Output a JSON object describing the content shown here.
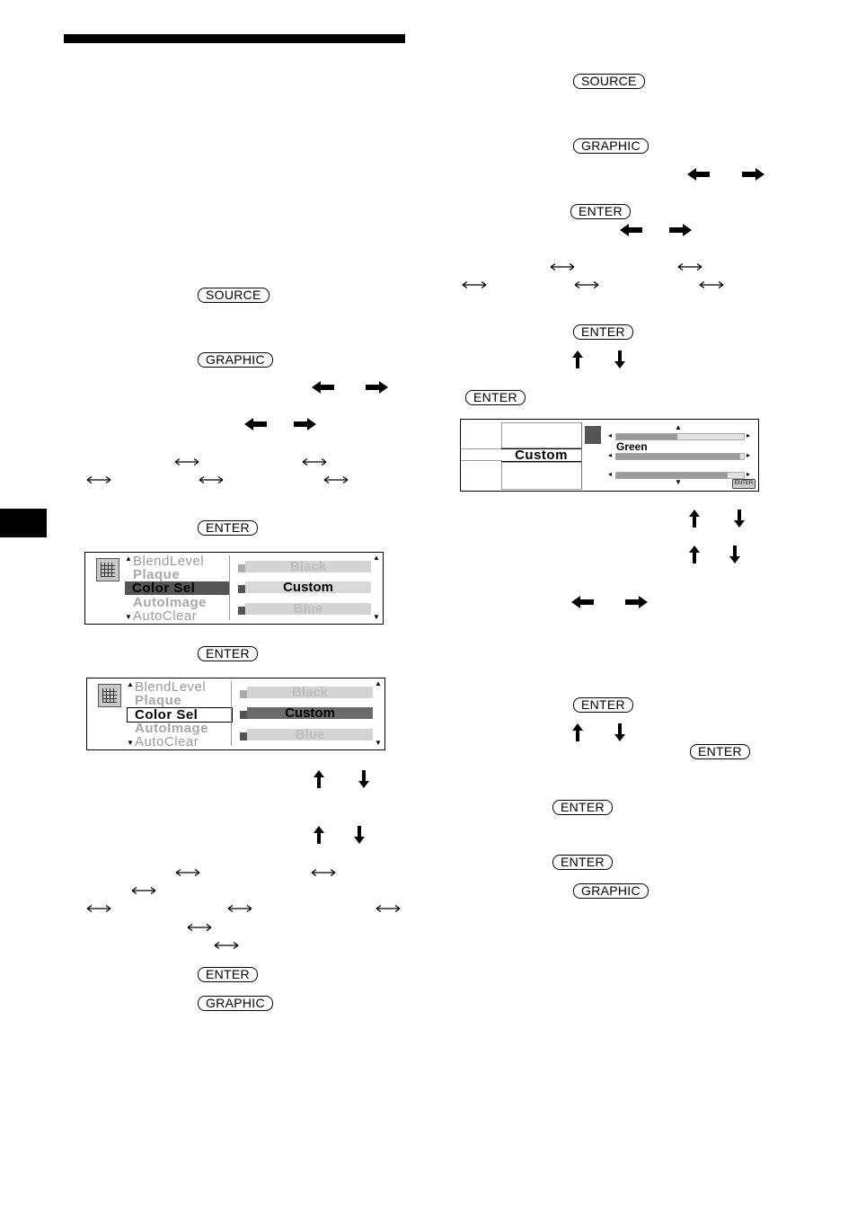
{
  "buttons": {
    "source": "SOURCE",
    "graphic": "GRAPHIC",
    "enter": "ENTER"
  },
  "display_menu": {
    "items": [
      "BlendLevel",
      "Plaque",
      "Color   Sel",
      "AutoImage",
      "AutoClear"
    ],
    "options": [
      "Black",
      "Custom",
      "Blue"
    ]
  },
  "custom_display": {
    "label": "Custom",
    "color_name": "Green",
    "enter_badge": "ENTER"
  },
  "colors": {
    "ink": "#000000",
    "menu_dim": "#a8a8a8",
    "selection_dark": "#555555",
    "option_bar": "#d4d4d4"
  }
}
